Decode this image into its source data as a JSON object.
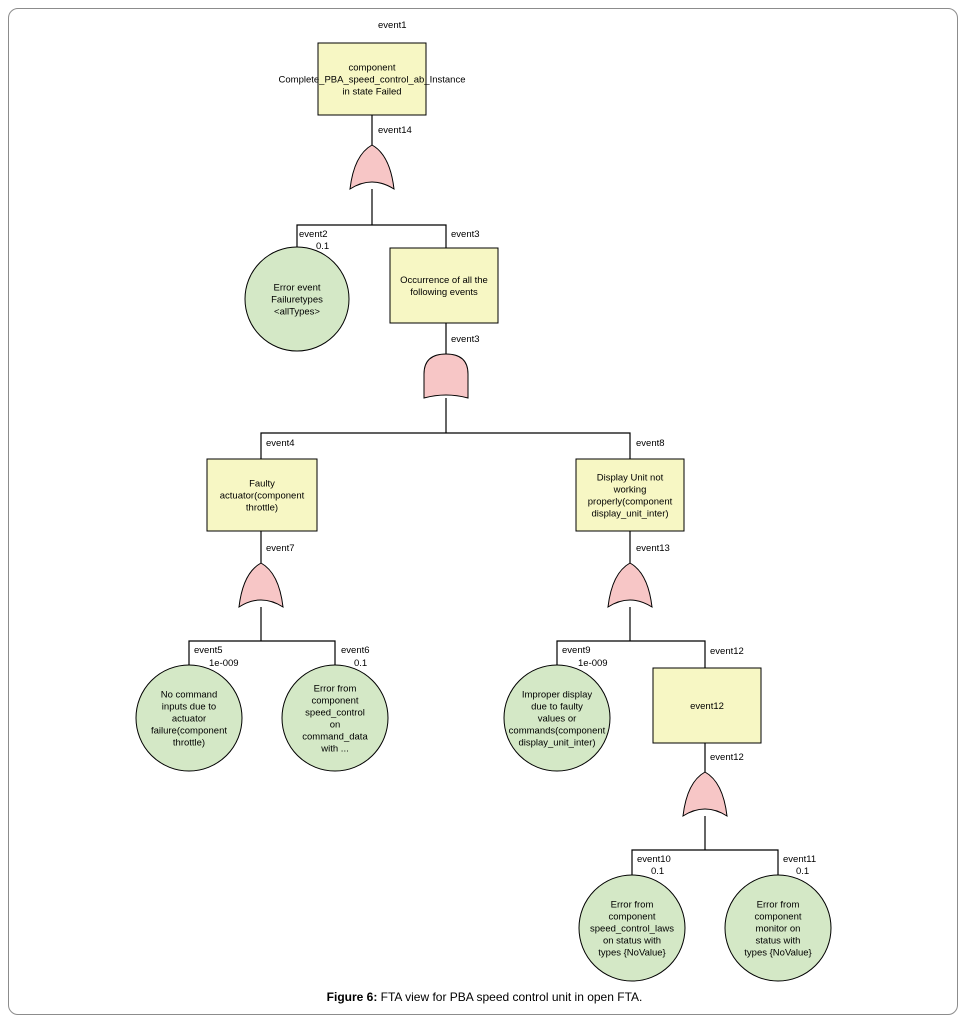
{
  "events": {
    "e1": {
      "label": "event1",
      "lines": [
        "component",
        "Complete_PBA_speed_control_ab_Instance",
        "in state Failed"
      ]
    },
    "e3": {
      "label": "event3",
      "lines": [
        "Occurrence of all the",
        "following events"
      ]
    },
    "e4": {
      "label": "event4",
      "lines": [
        "Faulty",
        "actuator(component",
        "throttle)"
      ]
    },
    "e8": {
      "label": "event8",
      "lines": [
        "Display Unit not",
        "working",
        "properly(component",
        "display_unit_inter)"
      ]
    },
    "e12": {
      "label": "event12",
      "lines": [
        "event12"
      ]
    },
    "e2": {
      "label": "event2",
      "prob": "0.1",
      "lines": [
        "Error event",
        "Failuretypes",
        "<allTypes>"
      ]
    },
    "e5": {
      "label": "event5",
      "prob": "1e-009",
      "lines": [
        "No command",
        "inputs due to",
        "actuator",
        "failure(component",
        "throttle)"
      ]
    },
    "e6": {
      "label": "event6",
      "prob": "0.1",
      "lines": [
        "Error from",
        "component",
        "speed_control",
        "on",
        "command_data",
        "with ..."
      ]
    },
    "e9": {
      "label": "event9",
      "prob": "1e-009",
      "lines": [
        "Improper display",
        "due to faulty",
        "values or",
        "commands(component",
        "display_unit_inter)"
      ]
    },
    "e10": {
      "label": "event10",
      "prob": "0.1",
      "lines": [
        "Error from",
        "component",
        "speed_control_laws",
        "on status with",
        "types {NoValue}"
      ]
    },
    "e11": {
      "label": "event11",
      "prob": "0.1",
      "lines": [
        "Error from",
        "component",
        "monitor on",
        "status with",
        "types {NoValue}"
      ]
    }
  },
  "gates": {
    "g14": {
      "label": "event14",
      "type": "OR"
    },
    "g3": {
      "label": "event3",
      "type": "AND"
    },
    "g7": {
      "label": "event7",
      "type": "OR"
    },
    "g13": {
      "label": "event13",
      "type": "OR"
    },
    "g12": {
      "label": "event12",
      "type": "OR"
    }
  },
  "caption": {
    "prefix": "Figure 6:",
    "text": " FTA view for PBA speed control unit in open FTA."
  },
  "colors": {
    "box_fill": "#f7f7c4",
    "circle_fill": "#d4e8c6",
    "gate_fill": "#f7c6c6",
    "line": "#000000"
  }
}
